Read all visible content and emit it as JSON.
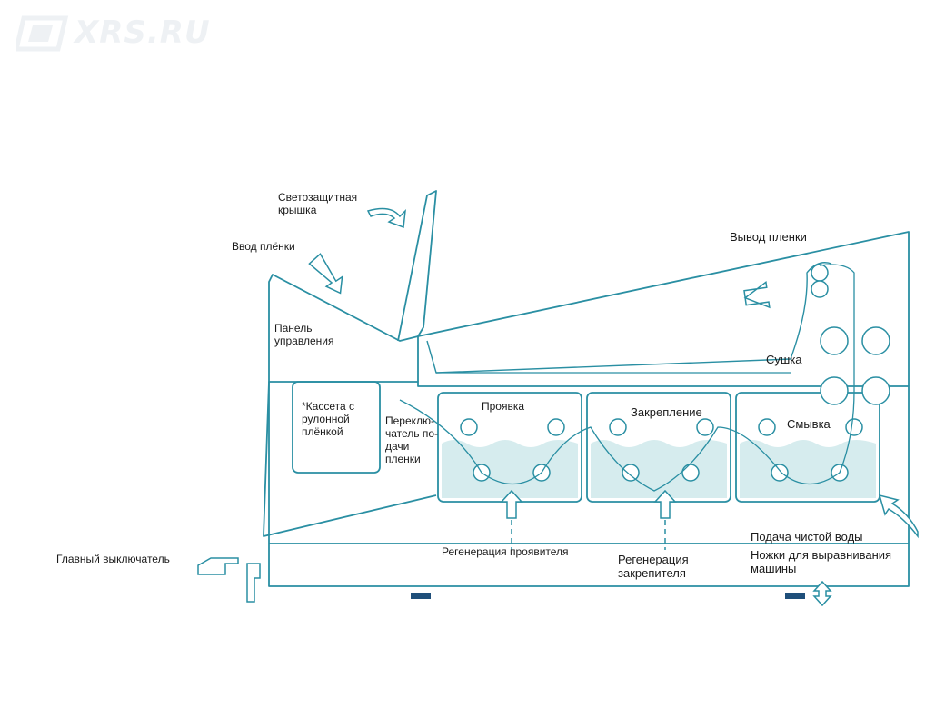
{
  "watermark": {
    "text": "XRS.RU"
  },
  "labels": {
    "light_cover": "Светозащитная\nкрышка",
    "film_input": "Ввод плёнки",
    "control_panel": "Панель\nуправления",
    "cassette": "*Кассета с\nрулонной\nплёнкой",
    "feed_switch": "Переклю-\nчатель по-\nдачи\nпленки",
    "developing": "Проявка",
    "fixing": "Закрепление",
    "washing": "Смывка",
    "drying": "Сушка",
    "film_output": "Вывод пленки",
    "clean_water": "Подача чистой воды",
    "leveling_feet": "Ножки для выравнивания\nмашины",
    "main_switch": "Главный выключатель",
    "dev_regen": "Регенерация проявителя",
    "fix_regen": "Регенерация\nзакрепителя"
  },
  "colors": {
    "line": "#2a8fa3",
    "fill": "#d6ecee",
    "text": "#1a1a1a",
    "top": "#1f4f7a"
  }
}
